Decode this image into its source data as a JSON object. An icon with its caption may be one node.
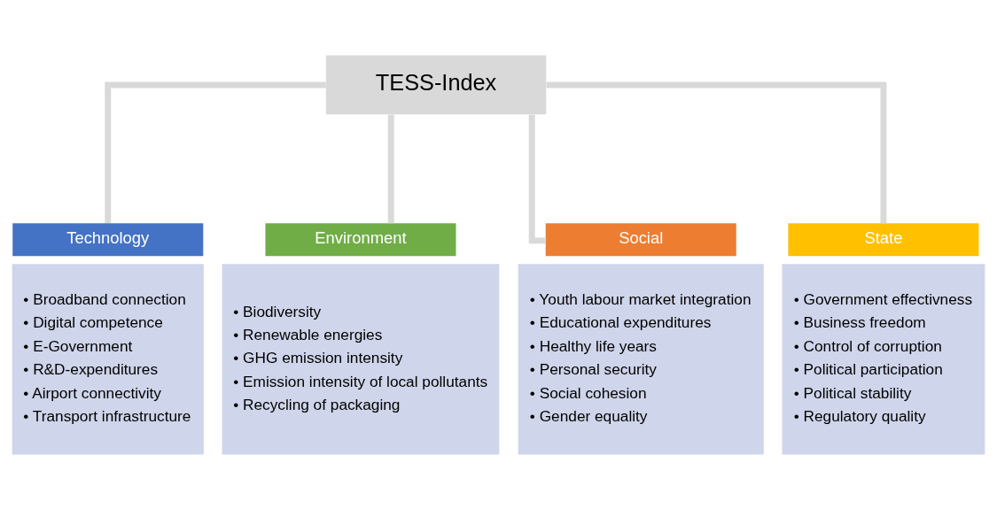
{
  "diagram": {
    "nodes": [
      {
        "text": [
          "TESS-Index"
        ]
      },
      {
        "text": [
          "Technology"
        ]
      },
      {
        "text": [
          "• Broadband connection",
          "• Digital competence",
          "• E-Government",
          "• R&D-expenditures",
          "• Airport connectivity",
          "• Transport infrastructure"
        ]
      },
      {
        "text": [
          "Environment"
        ]
      },
      {
        "text": [
          "• Biodiversity",
          "• Renewable energies",
          "• GHG emission intensity",
          "• Emission intensity of local pollutants",
          "• Recycling of packaging"
        ]
      },
      {
        "text": [
          "Social"
        ]
      },
      {
        "text": [
          "• Youth labour market integration",
          "• Educational expenditures",
          "• Healthy life years",
          "• Personal security",
          "• Social cohesion",
          "• Gender equality"
        ]
      },
      {
        "text": [
          "State"
        ]
      },
      {
        "text": [
          "• Government effectivness",
          "• Business freedom",
          "• Control of corruption",
          "• Political participation",
          "• Political stability",
          "• Regulatory quality"
        ]
      }
    ],
    "edges": [
      {
        "from": 0,
        "to": 1,
        "arrow": "none"
      },
      {
        "from": 0,
        "to": 3,
        "arrow": "none"
      },
      {
        "from": 0,
        "to": 5,
        "arrow": "none"
      },
      {
        "from": 0,
        "to": 7,
        "arrow": "none"
      }
    ]
  }
}
